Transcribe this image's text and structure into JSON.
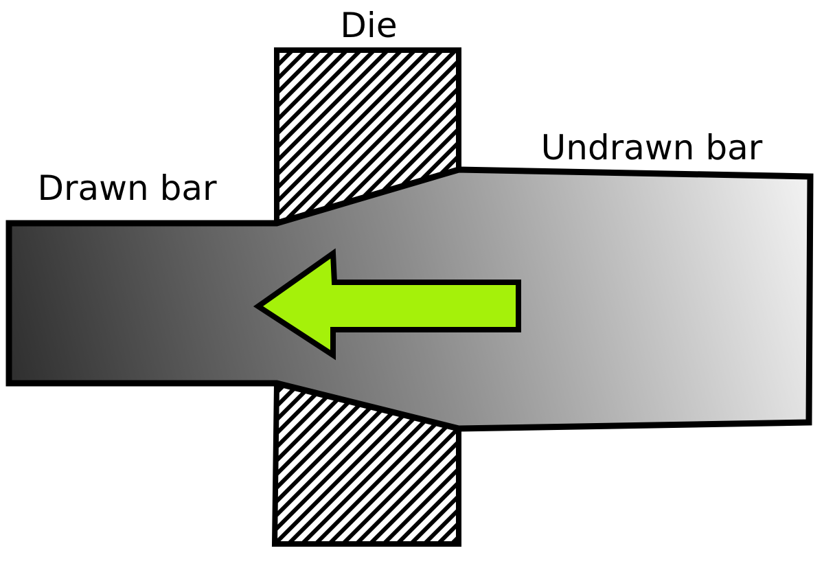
{
  "labels": {
    "die": "Die",
    "undrawn_bar": "Undrawn bar",
    "drawn_bar": "Drawn bar"
  },
  "colors": {
    "outline": "#000000",
    "hatch": "#000000",
    "background": "#ffffff",
    "arrow_fill": "#a5f10a",
    "bar_gradient_light": "#f4f4f4",
    "bar_gradient_mid": "#8c8c8c",
    "bar_gradient_dark": "#2e2e2e"
  },
  "icons": {
    "direction_arrow": "left-arrow-icon"
  }
}
